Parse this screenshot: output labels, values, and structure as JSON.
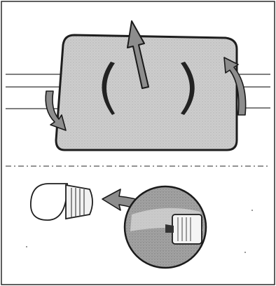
{
  "figure": {
    "panels": [
      {
        "id": "cover-removal",
        "icon": "rotate-and-lift-cover"
      },
      {
        "id": "bulb-removal",
        "icon": "pull-bulb-from-socket"
      }
    ]
  },
  "colors": {
    "frame": "#2a2a2a",
    "cover_fill": "#cfcfcf",
    "socket_fill": "#9e9e9e",
    "arrow_fill": "#8a8a8a",
    "divider": "#555555"
  }
}
